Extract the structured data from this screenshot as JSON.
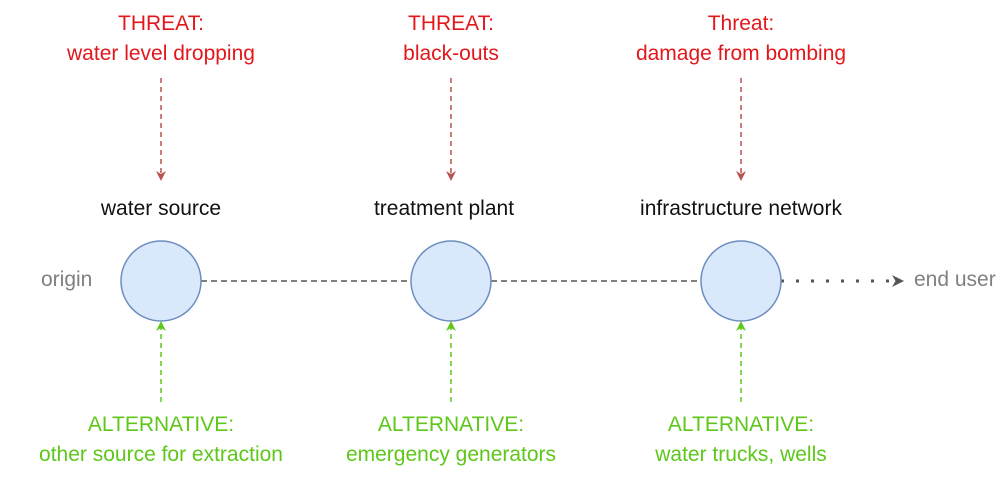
{
  "stages": [
    {
      "label": "water source",
      "threat_title": "THREAT:",
      "threat_text": "water level dropping",
      "alternative_title": "ALTERNATIVE:",
      "alternative_text": "other source for extraction"
    },
    {
      "label": "treatment plant",
      "threat_title": "THREAT:",
      "threat_text": "black-outs",
      "alternative_title": "ALTERNATIVE:",
      "alternative_text": "emergency generators"
    },
    {
      "label": "infrastructure network",
      "threat_title": "Threat:",
      "threat_text": "damage from bombing",
      "alternative_title": "ALTERNATIVE:",
      "alternative_text": "water trucks, wells"
    }
  ],
  "origin_label": "origin",
  "end_label": "end user",
  "colors": {
    "threat": "#e3171b",
    "threat_arrow": "#b85450",
    "alternative": "#5ec71a",
    "node_fill": "#dae8fc",
    "node_stroke": "#6c8ebf",
    "connector": "#555555",
    "side_text": "#808080"
  }
}
